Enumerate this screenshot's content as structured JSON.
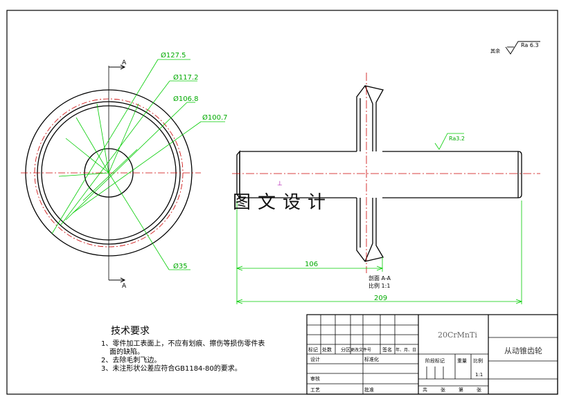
{
  "drawing": {
    "surface_roughness_note": {
      "prefix": "其余",
      "value": "Ra 6.3"
    },
    "shaft_roughness": "Ra3.2",
    "section_marker": "A",
    "section_view_label": "剖面 A-A",
    "scale_label": "比例 1:1",
    "watermark": "图文设计"
  },
  "dimensions": {
    "d1": "Ø127.5",
    "d2": "Ø117.2",
    "d3": "Ø106.8",
    "d4": "Ø100.7",
    "d5": "Ø35",
    "len1": "106",
    "len2": "209"
  },
  "requirements": {
    "title": "技术要求",
    "items": [
      "1、零件加工表面上，不应有划痕、擦伤等损伤零件表",
      "面的缺陷。",
      "2、去除毛刺飞边。",
      "3、未注形状公差应符合GB1184-80的要求。"
    ]
  },
  "title_block": {
    "material": "20CrMnTi",
    "part_name": "从动锥齿轮",
    "scale_value": "1:1",
    "headers": [
      "标记",
      "处数",
      "分区",
      "更改文件号",
      "签名",
      "年、月、日"
    ],
    "design_label": "设计",
    "standardize_label": "标准化",
    "stage_mark_label": "阶段标记",
    "weight_label": "重量",
    "scale_label": "比例",
    "review_label": "审核",
    "process_label": "工艺",
    "approve_label": "批准",
    "sheet_info": [
      "共",
      "张",
      "第",
      "张"
    ]
  },
  "colors": {
    "outline": "#000000",
    "dimension": "#00cc00",
    "center_line": "#cc0000",
    "marker": "#aa00aa"
  }
}
